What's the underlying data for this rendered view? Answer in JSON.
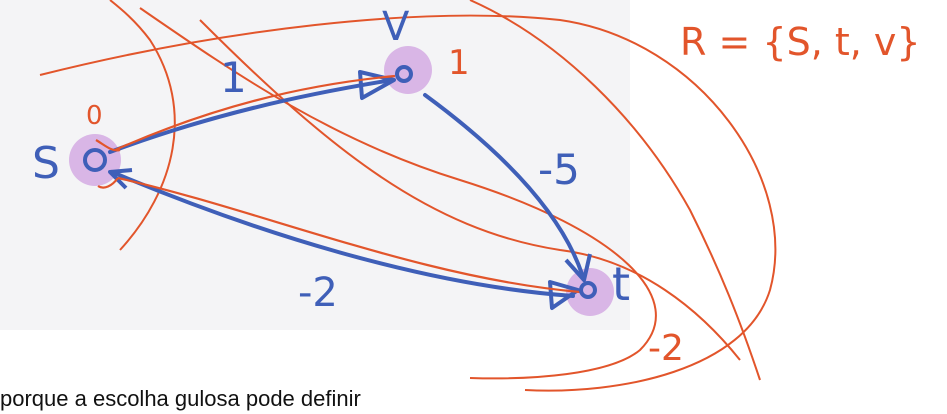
{
  "nodes": {
    "s": {
      "label": "S",
      "distance": "0"
    },
    "v": {
      "label": "V",
      "distance": "1"
    },
    "t": {
      "label": "t",
      "distance": "-2"
    }
  },
  "edges": {
    "s_v": {
      "weight": "1"
    },
    "v_t": {
      "weight": "-5"
    },
    "t_s": {
      "weight": "-2"
    }
  },
  "set_note": "R = {S, t, v}",
  "caption_text": "porque a escolha gulosa pode definir",
  "colors": {
    "node_fill": "#d9b6e6",
    "edge_blue": "#3f5fb8",
    "ink_red": "#e2552b",
    "canvas": "#f4f4f6"
  }
}
